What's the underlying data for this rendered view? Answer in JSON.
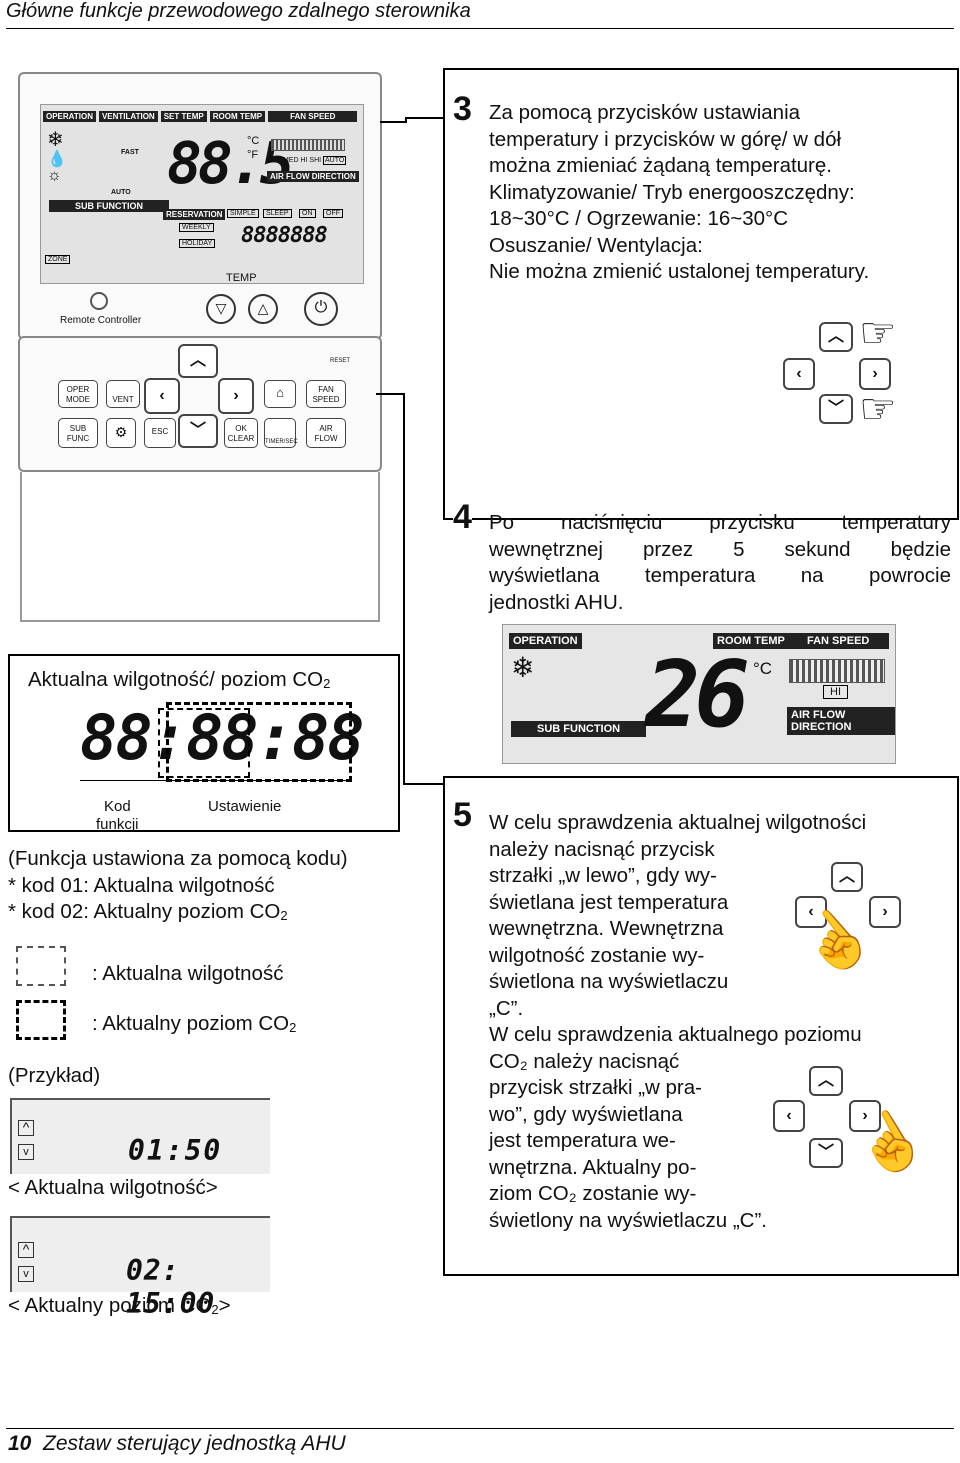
{
  "header": {
    "title": "Główne funkcje przewodowego zdalnego sterownika"
  },
  "footer": {
    "page": "10",
    "title": "Zestaw sterujący jednostką AHU"
  },
  "remote": {
    "tabs": [
      "OPERATION",
      "VENTILATION",
      "SET TEMP",
      "ROOM TEMP",
      "FAN SPEED"
    ],
    "sub_function": "SUB FUNCTION",
    "digits": "88.5",
    "unit_c": "°C",
    "unit_f": "°F",
    "fan_levels": "SLO MED HI SHI",
    "fan_auto": "AUTO",
    "air_flow": "AIR FLOW DIRECTION",
    "reservation": "RESERVATION",
    "simple": "SIMPLE",
    "sleep": "SLEEP",
    "on": "ON",
    "off": "OFF",
    "weekly": "WEEKLY",
    "holiday": "HOLIDAY",
    "time_digits": "8888888",
    "temp_label": "TEMP",
    "brand": "Remote Controller",
    "reset": "RESET",
    "buttons_row1": [
      "OPER MODE",
      "VENT",
      "FAN SPEED"
    ],
    "buttons_row2": [
      "SUB FUNC",
      "ESC",
      "OK CLEAR",
      "TIMER/SEC",
      "AIR FLOW"
    ],
    "fast": "FAST",
    "auto": "AUTO",
    "zone": "ZONE"
  },
  "step3": {
    "num": "3",
    "lines": [
      "Za pomocą przycisków ustawiania",
      "temperatury i przycisków w górę/ w dół",
      "można zmieniać żądaną temperaturę.",
      "Klimatyzowanie/ Tryb energooszczędny:",
      "18~30°C / Ogrzewanie: 16~30°C",
      "Osuszanie/ Wentylacja:",
      "Nie można zmienić ustalonej temperatury."
    ]
  },
  "step4": {
    "num": "4",
    "lines": [
      "Po naciśnięciu przycisku temperatury",
      "wewnętrznej przez 5 sekund będzie",
      "wyświetlana temperatura na powrocie",
      "jednostki AHU."
    ],
    "display": {
      "operation": "OPERATION",
      "room_temp": "ROOM TEMP",
      "fan_speed": "FAN SPEED",
      "sub_function": "SUB FUNCTION",
      "value": "26",
      "unit": "°C",
      "hi": "HI",
      "air_flow": "AIR FLOW DIRECTION"
    }
  },
  "left": {
    "title": "Aktualna wilgotność/ poziom CO",
    "title_sub": "2",
    "digits": "88:88:88",
    "kod": "Kod",
    "funkcji": "funkcji",
    "ustawienie": "Ustawienie",
    "lines": [
      "(Funkcja ustawiona za pomocą kodu)",
      "* kod 01: Aktualna wilgotność",
      "* kod 02: Aktualny poziom CO"
    ],
    "line3_sub": "2",
    "legend1": ": Aktualna wilgotność",
    "legend2": ": Aktualny poziom CO",
    "legend2_sub": "2",
    "example": "(Przykład)",
    "ex1_digits": "01:50",
    "ex1_caption": "< Aktualna wilgotność>",
    "ex2_digits": "02: 15:00",
    "ex2_caption_a": "< Aktualny poziom CO",
    "ex2_caption_sub": "2",
    "ex2_caption_b": ">"
  },
  "step5": {
    "num": "5",
    "lines": [
      "W celu sprawdzenia aktualnej wilgotności",
      "należy nacisnąć przycisk",
      "strzałki „w lewo”, gdy wy-",
      "świetlana jest temperatura",
      "wewnętrzna. Wewnętrzna",
      "wilgotność zostanie wy-",
      "świetlona na wyświetlaczu",
      "„C”.",
      "W celu sprawdzenia aktualnego poziomu",
      "CO₂ należy nacisnąć",
      "przycisk strzałki „w pra-",
      "wo”, gdy wyświetlana",
      "jest temperatura we-",
      "wnętrzna. Aktualny po-",
      "ziom CO₂ zostanie wy-",
      "świetlony na wyświetlaczu „C”."
    ]
  },
  "icons": {
    "up": "chevron-up-icon",
    "down": "chevron-down-icon",
    "left": "chevron-left-icon",
    "right": "chevron-right-icon",
    "hand": "pointing-hand-icon"
  }
}
